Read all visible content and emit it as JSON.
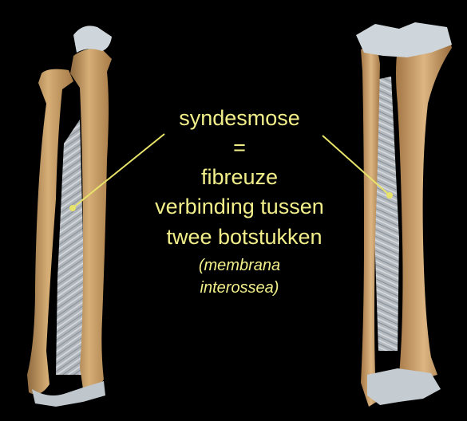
{
  "slide": {
    "top_title": "",
    "text": {
      "line1": "syndesmose",
      "line2": "=",
      "line3": "fibreuze",
      "line4": "verbinding tussen",
      "line5": "twee botstukken",
      "line6": "(membrana",
      "line7": "interossea)"
    },
    "colors": {
      "background": "#000000",
      "text": "#f2ef8a",
      "pointer": "#e8e36a",
      "bone": "#c99a63",
      "ligament": "#cfd4d8"
    }
  }
}
